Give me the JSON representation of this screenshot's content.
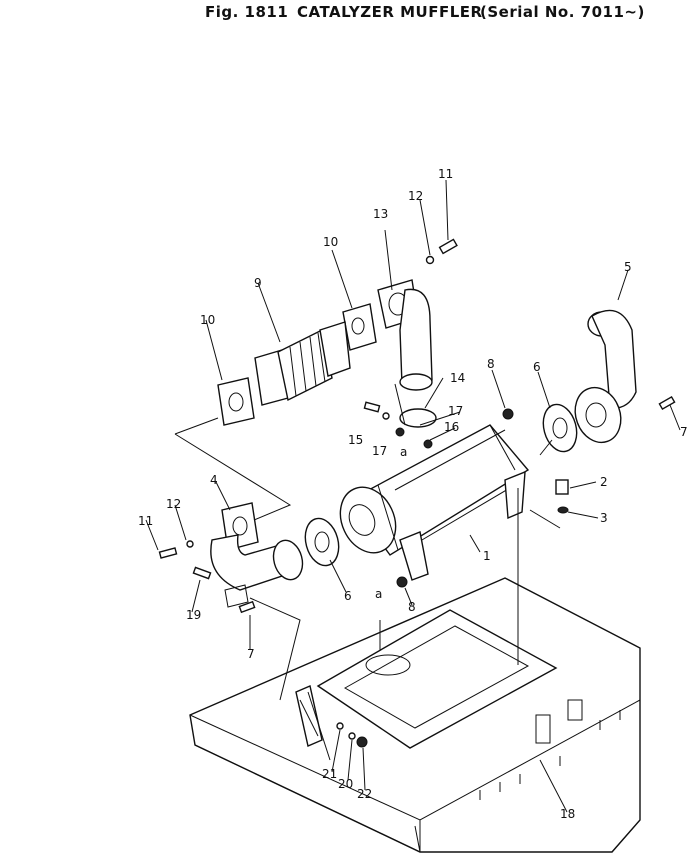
{
  "header": {
    "fig_label": "Fig. 1811",
    "title": "CATALYZER MUFFLER",
    "serial": "(Serial No. 7011~)"
  },
  "callouts": [
    "1",
    "2",
    "3",
    "4",
    "5",
    "6",
    "6",
    "7",
    "7",
    "8",
    "8",
    "9",
    "10",
    "10",
    "11",
    "11",
    "12",
    "12",
    "13",
    "14",
    "15",
    "16",
    "17",
    "17",
    "18",
    "19",
    "20",
    "21",
    "22",
    "a",
    "a"
  ]
}
